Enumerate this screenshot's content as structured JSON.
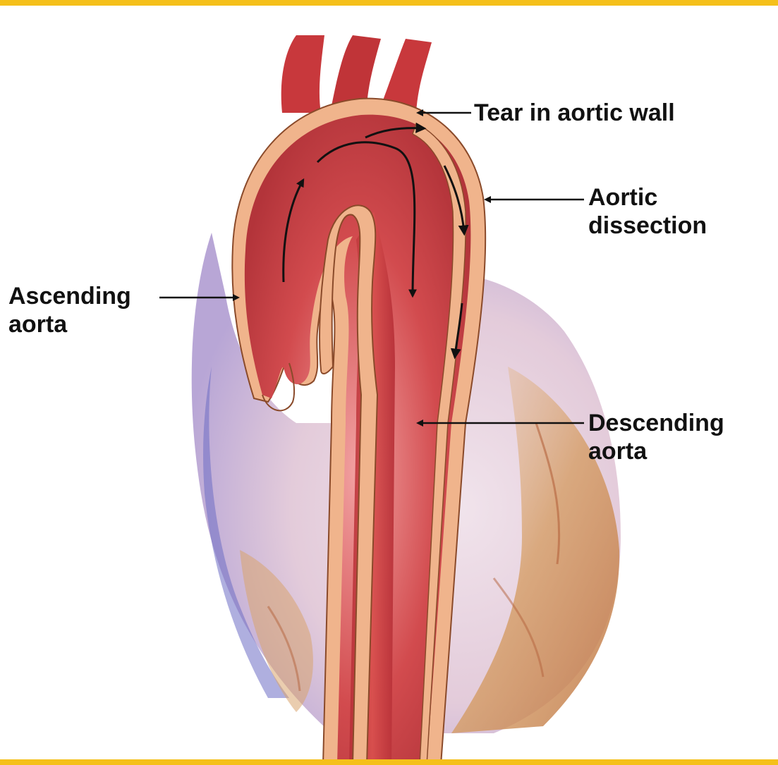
{
  "colors": {
    "frame_accent": "#F5C01A",
    "aorta_wall": "#F0B48C",
    "aorta_wall_edge": "#8A4A2A",
    "aorta_lumen": "#C83A3E",
    "heart_body": "#E7D2DE",
    "heart_shadow": "#7A79C8",
    "heart_muscle": "#D9A26A",
    "arrow": "#111111"
  },
  "labels": {
    "tear": "Tear in aortic wall",
    "dissection_line1": "Aortic",
    "dissection_line2": "dissection",
    "ascending_line1": "Ascending",
    "ascending_line2": "aorta",
    "descending_line1": "Descending",
    "descending_line2": "aorta"
  }
}
